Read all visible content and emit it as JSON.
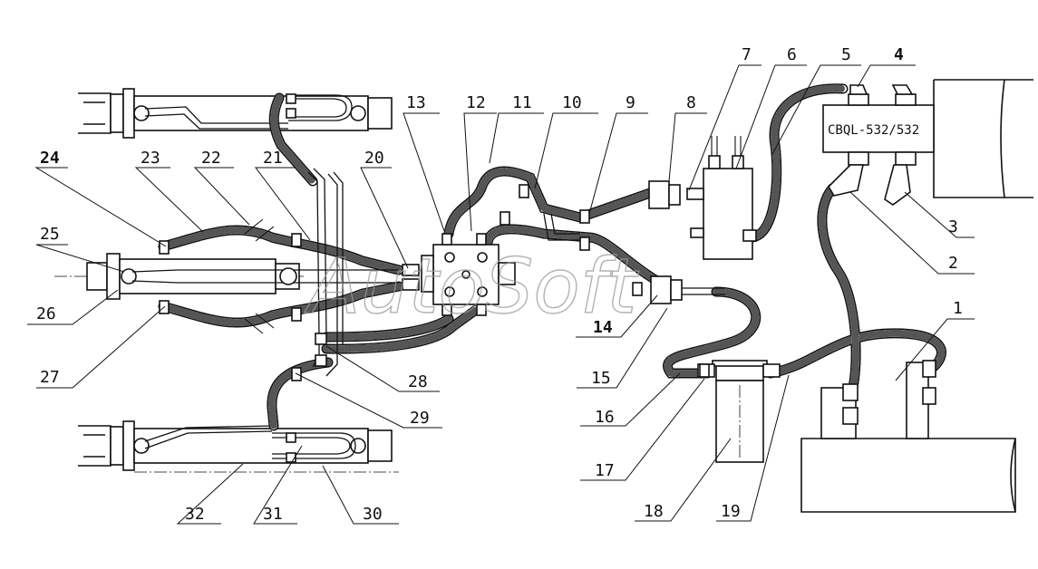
{
  "pump_label": "CBQL-532/532",
  "watermark": "AutoSoft",
  "callouts": [
    "1",
    "2",
    "3",
    "4",
    "5",
    "6",
    "7",
    "8",
    "9",
    "10",
    "11",
    "12",
    "13",
    "14",
    "15",
    "16",
    "17",
    "18",
    "19",
    "20",
    "21",
    "22",
    "23",
    "24",
    "25",
    "26",
    "27",
    "28",
    "29",
    "30",
    "31",
    "32"
  ]
}
